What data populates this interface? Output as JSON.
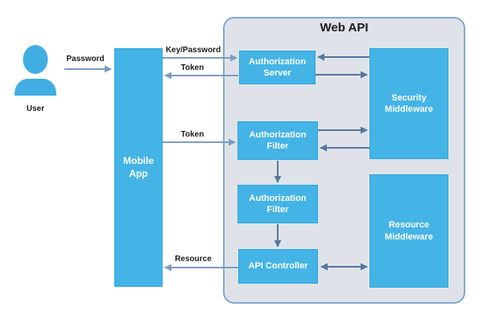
{
  "diagram": {
    "title": "Web API",
    "colors": {
      "node_fill": "#44b4e7",
      "node_border": "#2ea6da",
      "container_fill": "#dfe3e9",
      "container_border": "#84aacd",
      "arrow_light": "#7c9cc3",
      "arrow_dark": "#54779e",
      "node_text": "#ffffff",
      "label_text": "#1b1b1b",
      "user_icon": "#41aee3"
    },
    "nodes": {
      "user": {
        "label": "User"
      },
      "mobile_app": {
        "lines": [
          "Mobile",
          "App"
        ]
      },
      "auth_server": {
        "lines": [
          "Authorization",
          "Server"
        ]
      },
      "security_middleware": {
        "lines": [
          "Security",
          "Middleware"
        ]
      },
      "auth_filter_1": {
        "lines": [
          "Authorization",
          "Filter"
        ]
      },
      "auth_filter_2": {
        "lines": [
          "Authorization",
          "Filter"
        ]
      },
      "api_controller": {
        "lines": [
          "API Controller"
        ]
      },
      "resource_middleware": {
        "lines": [
          "Resource",
          "Middleware"
        ]
      }
    },
    "edges": [
      {
        "from": "user",
        "to": "mobile_app",
        "label": "Password"
      },
      {
        "from": "mobile_app",
        "to": "auth_server",
        "label": "Key/Password"
      },
      {
        "from": "auth_server",
        "to": "mobile_app",
        "label": "Token"
      },
      {
        "from": "mobile_app",
        "to": "auth_filter_1",
        "label": "Token"
      },
      {
        "from": "security_middleware",
        "to": "auth_server",
        "label": ""
      },
      {
        "from": "auth_server",
        "to": "security_middleware",
        "label": ""
      },
      {
        "from": "auth_filter_1",
        "to": "security_middleware",
        "label": ""
      },
      {
        "from": "security_middleware",
        "to": "auth_filter_1",
        "label": ""
      },
      {
        "from": "auth_filter_1",
        "to": "auth_filter_2",
        "label": ""
      },
      {
        "from": "auth_filter_2",
        "to": "api_controller",
        "label": ""
      },
      {
        "from": "api_controller",
        "to": "resource_middleware",
        "label": "",
        "bidirectional": true
      },
      {
        "from": "api_controller",
        "to": "mobile_app",
        "label": "Resource"
      }
    ]
  }
}
